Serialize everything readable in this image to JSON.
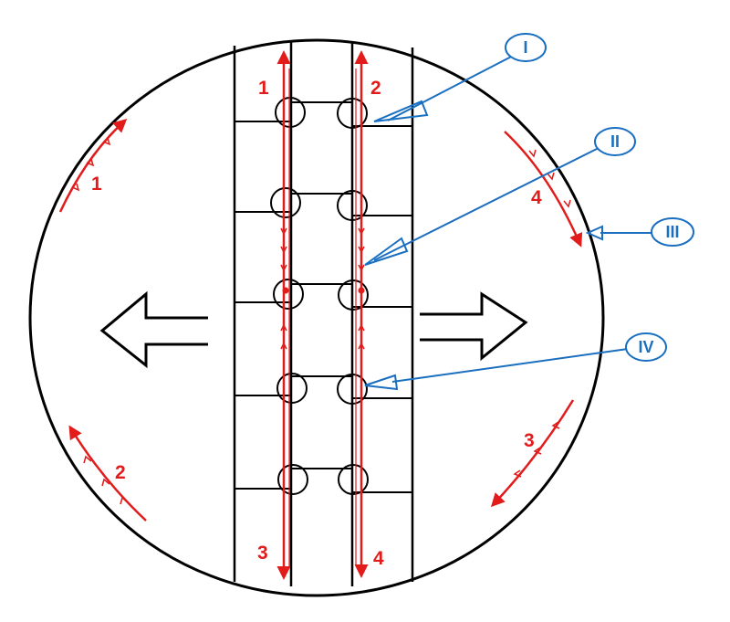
{
  "colors": {
    "outline": "#000000",
    "flow": "#e21b1b",
    "callout": "#1a6fc0",
    "background": "#ffffff"
  },
  "flow_labels": {
    "top_left": "1",
    "top_right": "2",
    "bottom_left": "3",
    "bottom_right": "4",
    "arc_upper_left": "1",
    "arc_lower_left": "2",
    "arc_lower_right": "3",
    "arc_upper_right": "4"
  },
  "callouts": {
    "c1": "I",
    "c2": "II",
    "c3": "III",
    "c4": "IV"
  },
  "icons": {
    "left_arrow": "hollow-arrow-left-icon",
    "right_arrow": "hollow-arrow-right-icon"
  }
}
